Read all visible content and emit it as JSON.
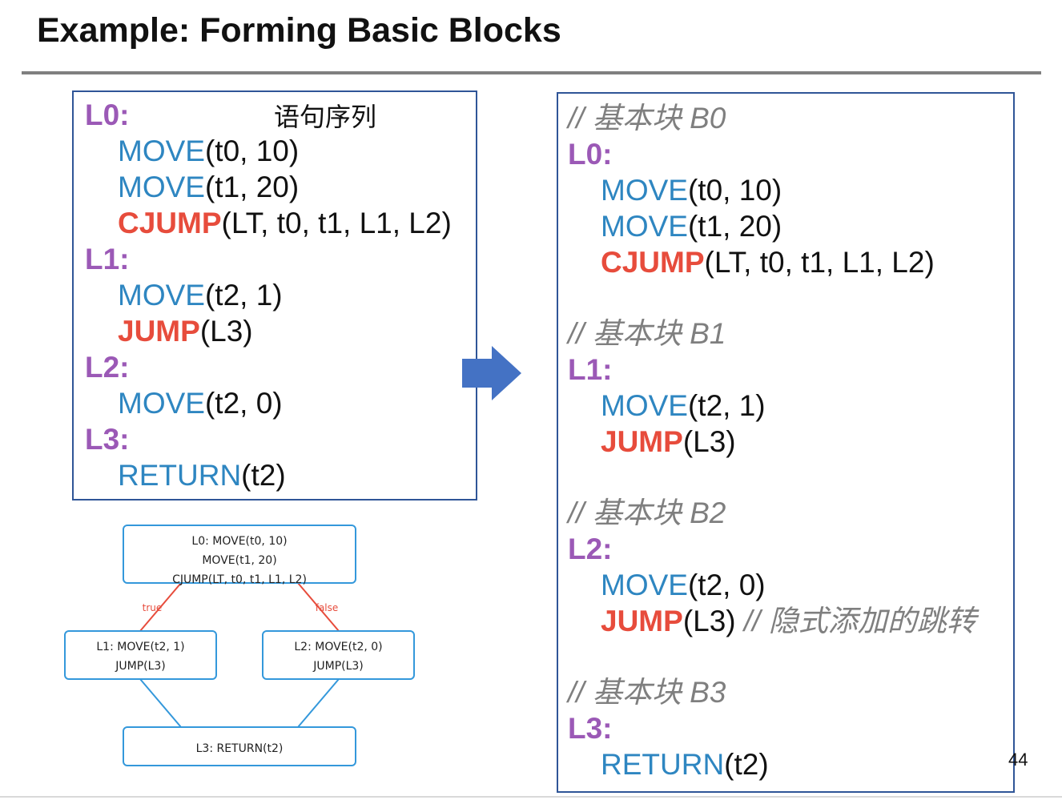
{
  "title": "Example: Forming Basic Blocks",
  "page_number": "44",
  "sequence": {
    "heading": "语句序列",
    "lines": [
      {
        "label": "L0:"
      },
      {
        "op": "MOVE",
        "kind": "move",
        "args": "(t0, 10)"
      },
      {
        "op": "MOVE",
        "kind": "move",
        "args": "(t1, 20)"
      },
      {
        "op": "CJUMP",
        "kind": "jump",
        "args": "(LT, t0, t1, L1, L2)"
      },
      {
        "label": "L1:"
      },
      {
        "op": "MOVE",
        "kind": "move",
        "args": "(t2, 1)"
      },
      {
        "op": "JUMP",
        "kind": "jump",
        "args": "(L3)"
      },
      {
        "label": "L2:"
      },
      {
        "op": "MOVE",
        "kind": "move",
        "args": "(t2, 0)"
      },
      {
        "label": "L3:"
      },
      {
        "op": "RETURN",
        "kind": "ret",
        "args": "(t2)"
      }
    ]
  },
  "blocks": [
    {
      "comment": "// 基本块 B0",
      "label": "L0:",
      "lines": [
        {
          "op": "MOVE",
          "kind": "move",
          "args": "(t0, 10)"
        },
        {
          "op": "MOVE",
          "kind": "move",
          "args": "(t1, 20)"
        },
        {
          "op": "CJUMP",
          "kind": "jump",
          "args": "(LT, t0, t1, L1, L2)"
        }
      ]
    },
    {
      "comment": "// 基本块 B1",
      "label": "L1:",
      "lines": [
        {
          "op": "MOVE",
          "kind": "move",
          "args": "(t2, 1)"
        },
        {
          "op": "JUMP",
          "kind": "jump",
          "args": "(L3)"
        }
      ]
    },
    {
      "comment": "// 基本块 B2",
      "label": "L2:",
      "lines": [
        {
          "op": "MOVE",
          "kind": "move",
          "args": "(t2, 0)"
        },
        {
          "op": "JUMP",
          "kind": "jump",
          "args": "(L3)",
          "note": "// 隐式添加的跳转"
        }
      ]
    },
    {
      "comment": "// 基本块 B3",
      "label": "L3:",
      "lines": [
        {
          "op": "RETURN",
          "kind": "ret",
          "args": "(t2)"
        }
      ]
    }
  ],
  "cfg": {
    "nodes": [
      {
        "id": "b0",
        "lines": [
          "L0: MOVE(t0, 10)",
          "MOVE(t1, 20)",
          "CJUMP(LT, t0, t1, L1, L2)"
        ]
      },
      {
        "id": "b1",
        "lines": [
          "L1: MOVE(t2, 1)",
          "JUMP(L3)"
        ]
      },
      {
        "id": "b2",
        "lines": [
          "L2: MOVE(t2, 0)",
          "JUMP(L3)"
        ]
      },
      {
        "id": "b3",
        "lines": [
          "L3: RETURN(t2)"
        ]
      }
    ],
    "edges": [
      {
        "from": "b0",
        "to": "b1",
        "label": "true",
        "color": "#e74c3c"
      },
      {
        "from": "b0",
        "to": "b2",
        "label": "false",
        "color": "#e74c3c"
      },
      {
        "from": "b1",
        "to": "b3",
        "label": "",
        "color": "#3498db"
      },
      {
        "from": "b2",
        "to": "b3",
        "label": "",
        "color": "#3498db"
      }
    ],
    "node_border_color": "#3498db"
  },
  "colors": {
    "label": "#9b59b6",
    "move": "#2e86c1",
    "jump": "#e74c3c",
    "comment": "#7f7f7f",
    "box_border": "#2f5597",
    "arrow": "#4472c4"
  }
}
